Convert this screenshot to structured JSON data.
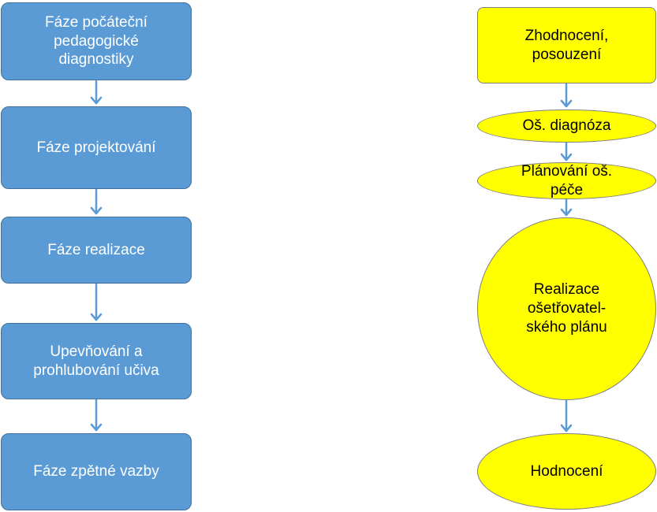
{
  "left_flow": [
    {
      "id": "b1",
      "label": "Fáze počáteční\npedagogické\ndiagnostiky"
    },
    {
      "id": "b2",
      "label": "Fáze projektování"
    },
    {
      "id": "b3",
      "label": "Fáze realizace"
    },
    {
      "id": "b4",
      "label": "Upevňování a\nprohlubování učiva"
    },
    {
      "id": "b5",
      "label": "Fáze zpětné vazby"
    }
  ],
  "right_flow": [
    {
      "id": "y1",
      "label": "Zhodnocení,\nposouzení"
    },
    {
      "id": "y2",
      "label": "Oš. diagnóza"
    },
    {
      "id": "y3",
      "label": "Plánování oš.\npéče"
    },
    {
      "id": "y4",
      "label": "Realizace\nošetřovatel-\nského plánu"
    },
    {
      "id": "y5",
      "label": "Hodnocení"
    }
  ],
  "colors": {
    "blue_fill": "#5b9bd5",
    "blue_border": "#41719c",
    "yellow_fill": "#ffff00",
    "arrow": "#5b9bd5"
  }
}
